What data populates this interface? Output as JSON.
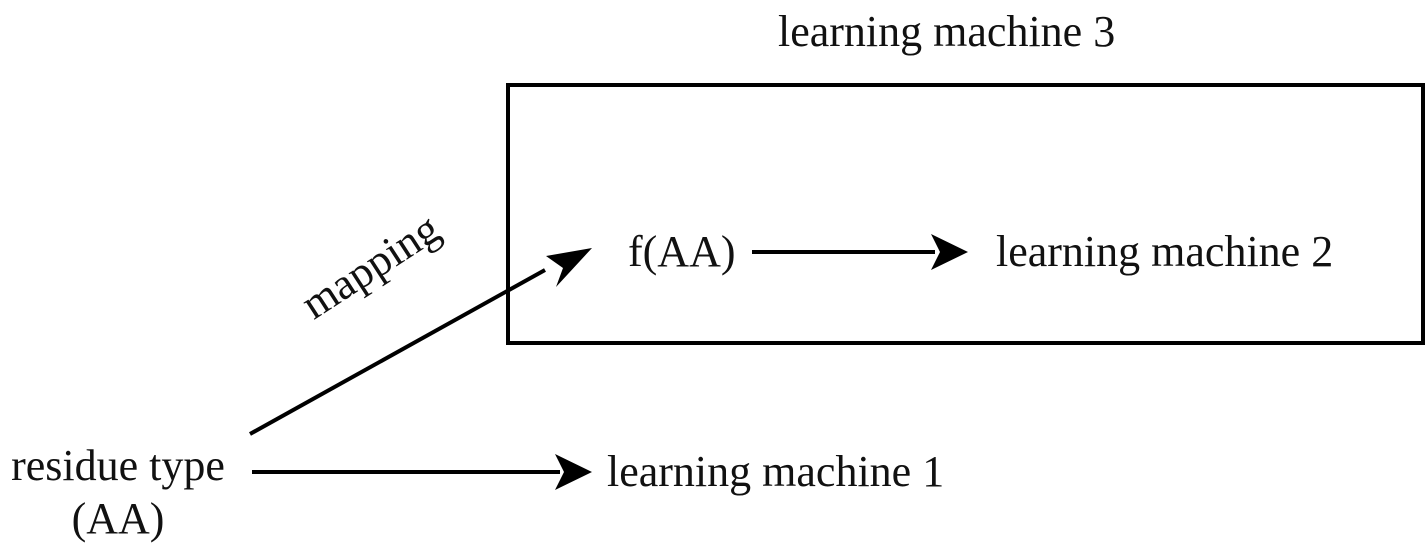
{
  "labels": {
    "learning_machine_3": "learning machine 3",
    "f_aa": "f(AA)",
    "learning_machine_2": "learning machine 2",
    "learning_machine_1": "learning machine 1",
    "residue_type": "residue type",
    "residue_type_code": "(AA)",
    "mapping": "mapping"
  },
  "colors": {
    "stroke": "#000000",
    "background": "#ffffff"
  }
}
